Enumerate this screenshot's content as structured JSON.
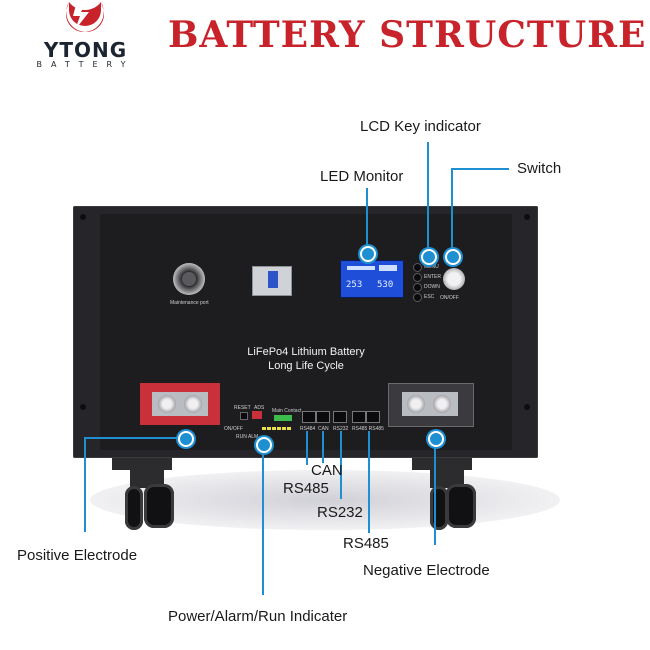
{
  "brand": {
    "name": "YTONG",
    "subtitle": "BATTERY",
    "color": "#c8222b"
  },
  "title": "BATTERY STRUCTURE",
  "panel": {
    "line1": "LiFePo4 Lithium Battery",
    "line2": "Long Life Cycle",
    "maintenance_label": "Maintenance port",
    "lcd_left": "253",
    "lcd_right": "530",
    "keys": [
      "MENU",
      "ENTER",
      "DOWN",
      "ESC"
    ],
    "switch_label": "ON/OFF",
    "reset_label": "RESET",
    "adr_label": "ADS",
    "onoff_small": "ON/OFF",
    "main_contact_label": "Main Contact",
    "run_alm_label": "RUN  ALM",
    "port_labels": [
      "RS484",
      "CAN",
      "RS232",
      "RS485 RS485"
    ]
  },
  "callouts": {
    "lcd_key": "LCD Key indicator",
    "led_monitor": "LED Monitor",
    "switch": "Switch",
    "can": "CAN",
    "rs485_upper": "RS485",
    "rs232": "RS232",
    "rs485_lower": "RS485",
    "positive": "Positive Electrode",
    "negative": "Negative Electrode",
    "indicator": "Power/Alarm/Run Indicater"
  },
  "colors": {
    "accent": "#1e8fd0",
    "panel": "#1d1d20",
    "lcd": "#1f4fd8",
    "terminal_red": "#c9303a"
  }
}
